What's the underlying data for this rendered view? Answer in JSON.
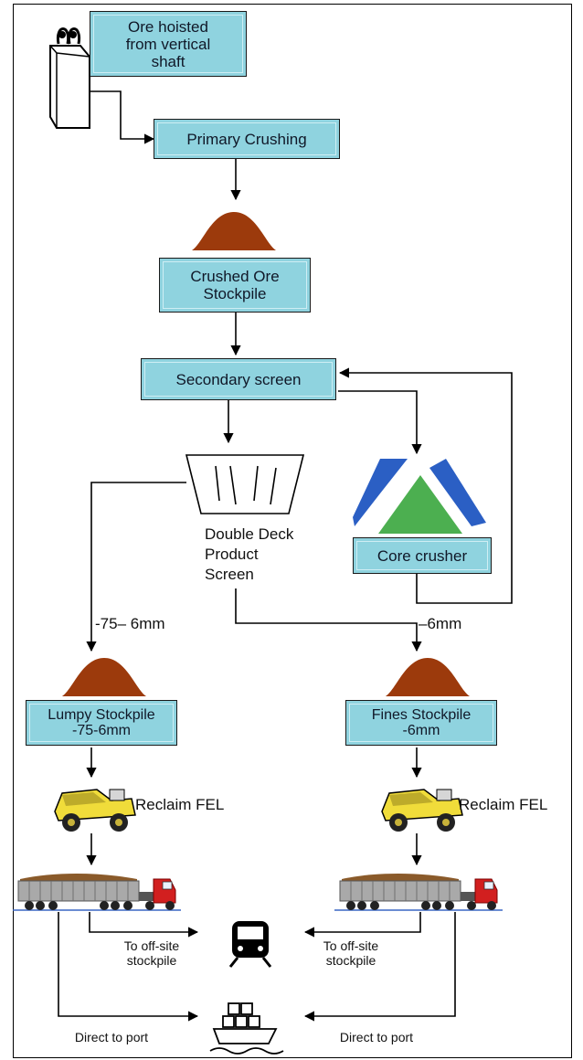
{
  "nodes": {
    "ore_hoisted": "Ore hoisted\nfrom vertical\nshaft",
    "primary_crushing": "Primary Crushing",
    "crushed_ore_stockpile": "Crushed Ore\nStockpile",
    "secondary_screen": "Secondary screen",
    "double_deck_screen": "Double Deck\nProduct\nScreen",
    "core_crusher": "Core crusher",
    "lumpy_stockpile": "Lumpy Stockpile\n-75-6mm",
    "fines_stockpile": "Fines Stockpile\n-6mm"
  },
  "labels": {
    "lumpy_size": "-75– 6mm",
    "fines_size": "–6mm",
    "reclaim_left": "Reclaim FEL",
    "reclaim_right": "Reclaim FEL",
    "offsite_left": "To off-site\nstockpile",
    "offsite_right": "To off-site\nstockpile",
    "port_left": "Direct to port",
    "port_right": "Direct to port"
  },
  "icons": {
    "hoist": "mine-hoist-icon",
    "stockpile": "ore-pile-icon",
    "screen": "vibrating-screen-icon",
    "crusher": "cone-crusher-icon",
    "loader": "haul-truck-icon",
    "road_train": "road-train-icon",
    "train": "train-icon",
    "ship": "cargo-ship-icon"
  },
  "colors": {
    "box_fill": "#8fd3df",
    "pile": "#9c3a0c",
    "crusher_cone": "#4caf50",
    "crusher_plates": "#2b5fc4",
    "truck_body": "#f0dc3a",
    "trailer": "#a8a8a8",
    "cab": "#d21f1f"
  }
}
